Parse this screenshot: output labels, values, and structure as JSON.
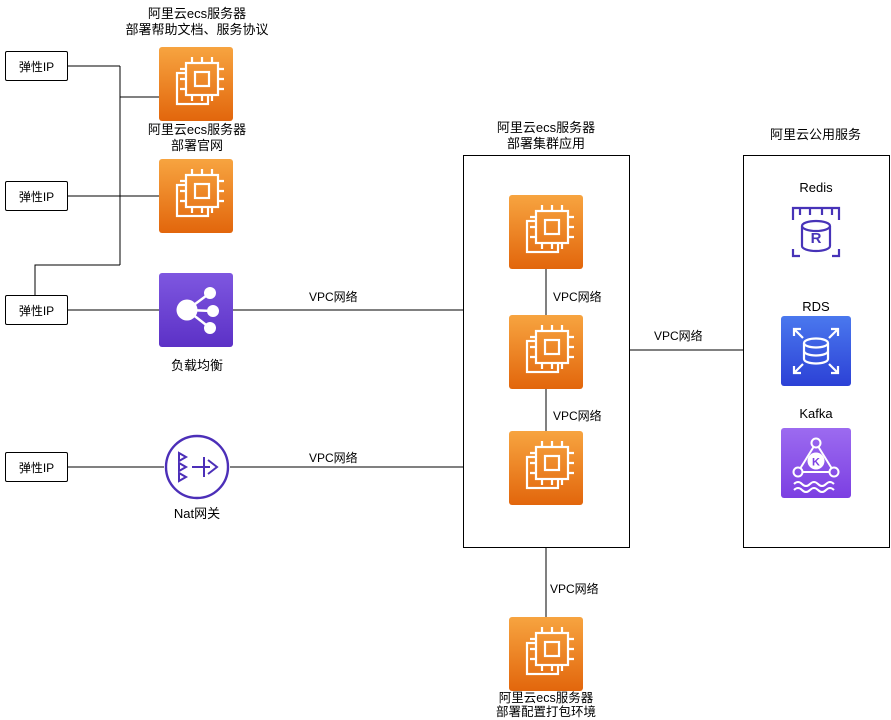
{
  "nodes": {
    "ecs_docs": {
      "line1": "阿里云ecs服务器",
      "line2": "部署帮助文档、服务协议"
    },
    "ecs_web": {
      "line1": "阿里云ecs服务器",
      "line2": "部署官网"
    },
    "slb": {
      "label": "负载均衡"
    },
    "nat": {
      "label": "Nat网关"
    },
    "cluster": {
      "line1": "阿里云ecs服务器",
      "line2": "部署集群应用"
    },
    "public_services": {
      "title": "阿里云公用服务"
    },
    "redis": {
      "label": "Redis",
      "letter": "R"
    },
    "rds": {
      "label": "RDS"
    },
    "kafka": {
      "label": "Kafka",
      "letter": "K"
    },
    "ecs_build": {
      "line1": "阿里云ecs服务器",
      "line2": "部署配置打包环境"
    }
  },
  "eips": [
    "弹性IP",
    "弹性IP",
    "弹性IP",
    "弹性IP"
  ],
  "edges": {
    "vpc_label": "VPC网络",
    "connections": [
      {
        "from": "弹性IP",
        "to": "阿里云ecs服务器 部署帮助文档、服务协议"
      },
      {
        "from": "弹性IP",
        "to": "阿里云ecs服务器 部署官网"
      },
      {
        "from": "弹性IP",
        "to": "负载均衡"
      },
      {
        "from": "弹性IP",
        "to": "Nat网关"
      },
      {
        "from": "负载均衡",
        "to": "部署集群应用",
        "label": "VPC网络"
      },
      {
        "from": "Nat网关",
        "to": "部署集群应用",
        "label": "VPC网络"
      },
      {
        "from": "部署集群应用-节点1",
        "to": "部署集群应用-节点2",
        "label": "VPC网络"
      },
      {
        "from": "部署集群应用-节点2",
        "to": "部署集群应用-节点3",
        "label": "VPC网络"
      },
      {
        "from": "部署集群应用",
        "to": "阿里云公用服务",
        "label": "VPC网络"
      },
      {
        "from": "部署集群应用",
        "to": "阿里云ecs服务器 部署配置打包环境",
        "label": "VPC网络"
      }
    ]
  },
  "colors": {
    "line": "#000000",
    "ecs_orange_top": "#F7A440",
    "ecs_orange_bottom": "#E2660C",
    "slb_purple_top": "#7E57E0",
    "slb_purple_bottom": "#5C31C6",
    "nat_purple": "#4C2FB8",
    "redis_purple": "#4733B8",
    "rds_blue_top": "#4A78EE",
    "rds_blue_bottom": "#2C41D6",
    "kafka_purple_top": "#9C6BF0",
    "kafka_purple_bottom": "#7C3FE2"
  }
}
